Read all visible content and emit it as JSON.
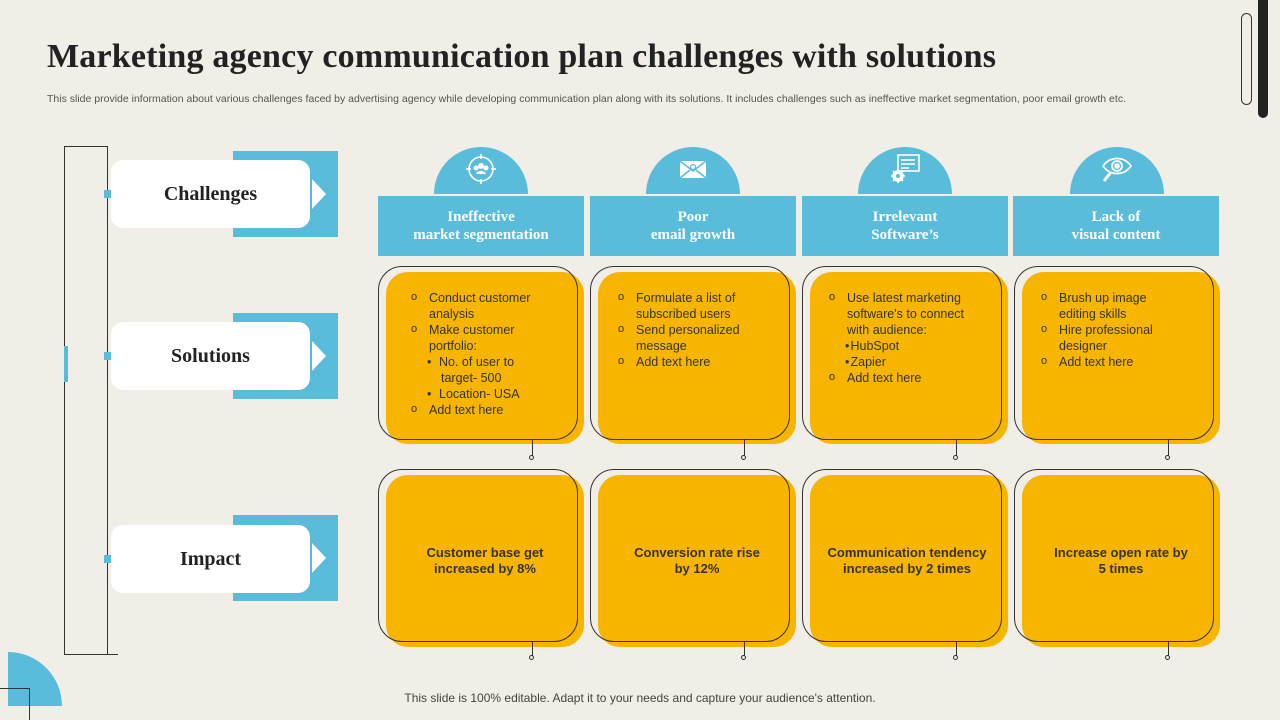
{
  "title": "Marketing agency communication plan challenges with solutions",
  "subtitle": "This slide provide information about various challenges faced by advertising agency while developing communication plan along with its solutions. It includes challenges such as ineffective market segmentation, poor email growth etc.",
  "footer": "This slide is 100% editable. Adapt it to your needs and capture your audience's attention.",
  "colors": {
    "accent": "#5abcdb",
    "card": "#f7b500",
    "background": "#f1ede7"
  },
  "rows": {
    "challenges": "Challenges",
    "solutions": "Solutions",
    "impact": "Impact"
  },
  "columns": [
    {
      "icon": "people-target-icon",
      "heading_line1": "Ineffective",
      "heading_line2": "market segmentation",
      "solutions": {
        "b1_l1": "Conduct customer",
        "b1_l2": "analysis",
        "b2_l1": "Make customer",
        "b2_l2": "portfolio:",
        "s1_l1": "No. of user to",
        "s1_l2": "target- 500",
        "s2": "Location- USA",
        "b3": "Add text here"
      },
      "impact_l1": "Customer  base get",
      "impact_l2": "increased by 8%"
    },
    {
      "icon": "email-icon",
      "heading_line1": "Poor",
      "heading_line2": "email growth",
      "solutions": {
        "b1_l1": "Formulate a list of",
        "b1_l2": "subscribed users",
        "b2_l1": "Send personalized",
        "b2_l2": "message",
        "b3": "Add text here"
      },
      "impact_l1": "Conversion  rate rise",
      "impact_l2": "by 12%"
    },
    {
      "icon": "software-settings-icon",
      "heading_line1": "Irrelevant",
      "heading_line2": "Software’s",
      "solutions": {
        "b1_l1": "Use latest marketing",
        "b1_l2": "software's to connect",
        "b1_l3": "with audience:",
        "s1": "HubSpot",
        "s2": "Zapier",
        "b2": "Add text here"
      },
      "impact_l1": "Communication tendency",
      "impact_l2": "increased by 2 times"
    },
    {
      "icon": "eye-search-icon",
      "heading_line1": "Lack of",
      "heading_line2": "visual content",
      "solutions": {
        "b1_l1": "Brush up image",
        "b1_l2": "editing skills",
        "b2_l1": "Hire professional",
        "b2_l2": "designer",
        "b3": "Add text here"
      },
      "impact_l1": "Increase open rate by",
      "impact_l2": "5 times"
    }
  ]
}
